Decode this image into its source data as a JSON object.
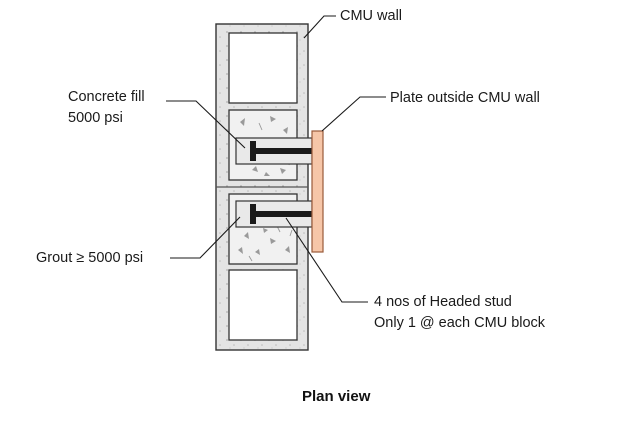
{
  "labels": {
    "cmu_wall": "CMU wall",
    "plate_outside": "Plate outside CMU wall",
    "concrete_fill_line1": "Concrete fill",
    "concrete_fill_line2": "5000 psi",
    "grout": "Grout ≥ 5000 psi",
    "studs_line1": "4 nos of Headed stud",
    "studs_line2": "Only 1 @ each CMU block",
    "view_title": "Plan view"
  },
  "colors": {
    "wall_fill": "#e6e6e6",
    "outline": "#333333",
    "plate_fill": "#f6c6a8",
    "plate_stroke": "#9a5a3a",
    "stud": "#1a1a1a",
    "grout_fill": "#d9d9d9"
  }
}
